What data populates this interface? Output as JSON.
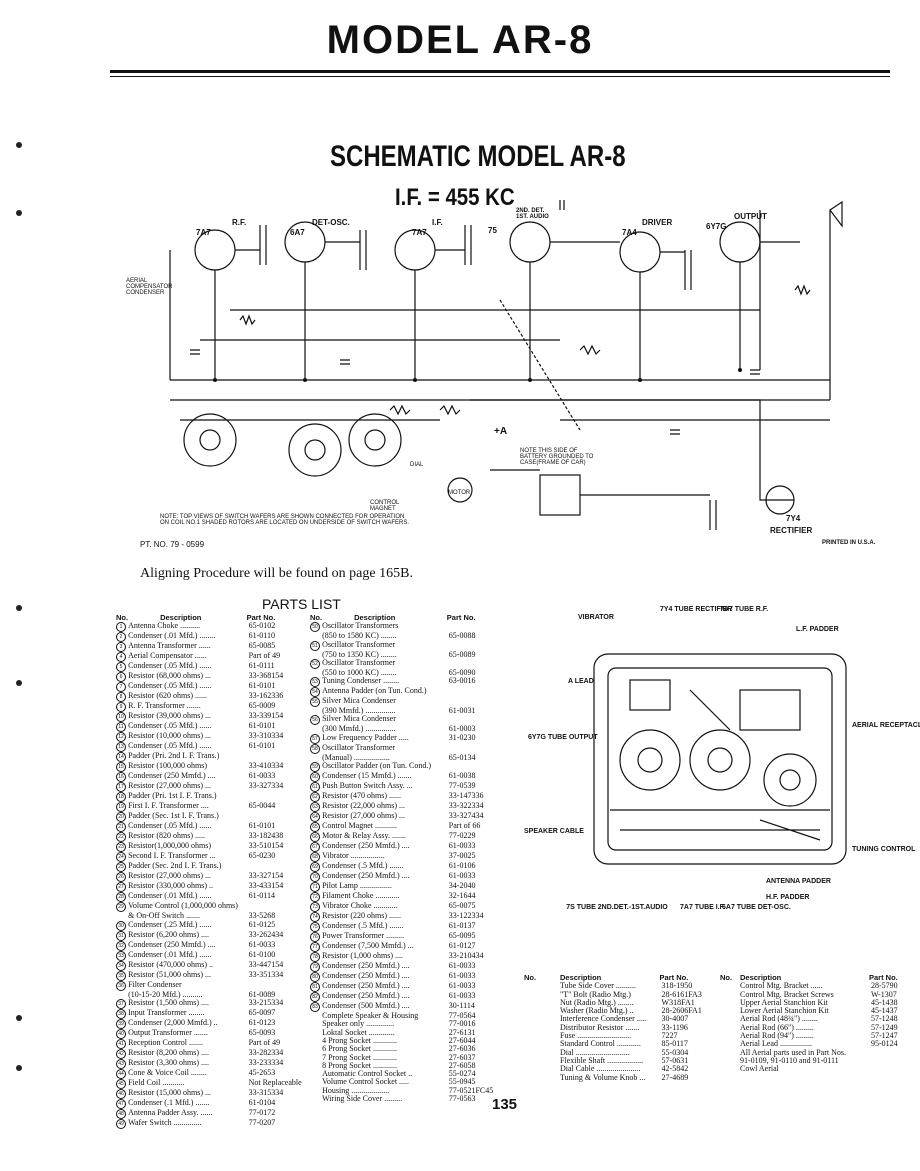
{
  "header": {
    "title": "MODEL AR-8"
  },
  "schematic": {
    "title": "SCHEMATIC MODEL AR-8",
    "if_label": "I.F. = 455 KC",
    "tube_labels": [
      "7A7",
      "R.F.",
      "DET-OSC.",
      "6A7",
      "I.F.",
      "7A7",
      "2ND. DET. 1ST. AUDIO",
      "75",
      "DRIVER",
      "7A4",
      "6Y7G",
      "OUTPUT",
      "7Y4",
      "RECTIFIER"
    ],
    "aerial_label": "AERIAL COMPENSATOR CONDENSER",
    "note": "NOTE: TOP VIEWS OF SWITCH WAFERS ARE SHOWN CONNECTED FOR OPERATION ON COIL NO.1 SHADED ROTORS ARE LOCATED ON UNDERSIDE OF SWITCH WAFERS.",
    "battery_note": "NOTE THIS SIDE OF BATTERY GROUNDED TO CASE(FRAME OF CAR)",
    "a_lead": "+A",
    "dial": "DIAL",
    "motor": "MOTOR",
    "control_magnet": "CONTROL MAGNET",
    "pt_no": "PT. NO. 79 - 0599",
    "printed": "PRINTED IN U.S.A."
  },
  "aligning_note": "Aligning Procedure will be found on page 165B.",
  "parts_list": {
    "title": "PARTS LIST",
    "headers": [
      "No.",
      "Description",
      "Part No."
    ],
    "col1": [
      {
        "no": "1",
        "desc": "Antenna Choke ..........",
        "part": "65-0102"
      },
      {
        "no": "2",
        "desc": "Condenser (.01 Mfd.) ........",
        "part": "61-0110"
      },
      {
        "no": "3",
        "desc": "Antenna Transformer ......",
        "part": "65-0085"
      },
      {
        "no": "4",
        "desc": "Aerial Compensator ......",
        "part": "Part of 49"
      },
      {
        "no": "5",
        "desc": "Condenser (.05 Mfd.) ......",
        "part": "61-0111"
      },
      {
        "no": "6",
        "desc": "Resistor (68,000 ohms) ...",
        "part": "33-368154"
      },
      {
        "no": "7",
        "desc": "Condenser (.05 Mfd.) ......",
        "part": "61-0101"
      },
      {
        "no": "8",
        "desc": "Resistor (620 ohms) ......",
        "part": "33-162336"
      },
      {
        "no": "9",
        "desc": "R. F. Transformer .......",
        "part": "65-0009"
      },
      {
        "no": "10",
        "desc": "Resistor (39,000 ohms) ...",
        "part": "33-339154"
      },
      {
        "no": "11",
        "desc": "Condenser (.05 Mfd.) ......",
        "part": "61-0101"
      },
      {
        "no": "12",
        "desc": "Resistor (10,000 ohms) ...",
        "part": "33-310334"
      },
      {
        "no": "13",
        "desc": "Condenser (.05 Mfd.) ......",
        "part": "61-0101"
      },
      {
        "no": "14",
        "desc": "Padder (Pri. 2nd I. F. Trans.)",
        "part": ""
      },
      {
        "no": "15",
        "desc": "Resistor (100,000 ohms)",
        "part": "33-410334"
      },
      {
        "no": "16",
        "desc": "Condenser (250 Mmfd.) ....",
        "part": "61-0033"
      },
      {
        "no": "17",
        "desc": "Resistor (27,000 ohms) ...",
        "part": "33-327334"
      },
      {
        "no": "18",
        "desc": "Padder (Pri. 1st I. F. Trans.)",
        "part": ""
      },
      {
        "no": "19",
        "desc": "First I. F. Transformer ....",
        "part": "65-0044"
      },
      {
        "no": "20",
        "desc": "Padder (Sec. 1st I. F. Trans.)",
        "part": ""
      },
      {
        "no": "21",
        "desc": "Condenser (.05 Mfd.) ......",
        "part": "61-0101"
      },
      {
        "no": "22",
        "desc": "Resistor (820 ohms) .....",
        "part": "33-182438"
      },
      {
        "no": "23",
        "desc": "Resistor(1,000,000 ohms)",
        "part": "33-510154"
      },
      {
        "no": "24",
        "desc": "Second I. F. Transformer ...",
        "part": "65-0230"
      },
      {
        "no": "25",
        "desc": "Padder (Sec. 2nd I. F. Trans.)",
        "part": ""
      },
      {
        "no": "26",
        "desc": "Resistor (27,000 ohms) ...",
        "part": "33-327154"
      },
      {
        "no": "27",
        "desc": "Resistor (330,000 ohms) ..",
        "part": "33-433154"
      },
      {
        "no": "28",
        "desc": "Condenser (.01 Mfd.) ......",
        "part": "61-0114"
      },
      {
        "no": "29",
        "desc": "Volume Control (1,000,000 ohms)",
        "part": ""
      },
      {
        "no": "",
        "desc": "& On-Off Switch .......",
        "part": "33-5268"
      },
      {
        "no": "30",
        "desc": "Condenser (.25 Mfd.) ......",
        "part": "61-0125"
      },
      {
        "no": "31",
        "desc": "Resistor (6,200 ohms) ....",
        "part": "33-262434"
      },
      {
        "no": "32",
        "desc": "Condenser (250 Mmfd.) ....",
        "part": "61-0033"
      },
      {
        "no": "33",
        "desc": "Condenser (.01 Mfd.) ......",
        "part": "61-0100"
      },
      {
        "no": "34",
        "desc": "Resistor (470,000 ohms) ..",
        "part": "33-447154"
      },
      {
        "no": "35",
        "desc": "Resistor (51,000 ohms) ...",
        "part": "33-351334"
      },
      {
        "no": "36",
        "desc": "Filter Condenser",
        "part": ""
      },
      {
        "no": "",
        "desc": "(10-15-20 Mfd.) ..........",
        "part": "61-0089"
      },
      {
        "no": "37",
        "desc": "Resistor (1,500 ohms) ....",
        "part": "33-215334"
      },
      {
        "no": "38",
        "desc": "Input Transformer ........",
        "part": "65-0097"
      },
      {
        "no": "39",
        "desc": "Condenser (2,000 Mmfd.) ..",
        "part": "61-0123"
      },
      {
        "no": "40",
        "desc": "Output Transformer .......",
        "part": "65-0093"
      },
      {
        "no": "41",
        "desc": "Reception Control .......",
        "part": "Part of 49"
      },
      {
        "no": "42",
        "desc": "Resistor (8,200 ohms) ....",
        "part": "33-282334"
      },
      {
        "no": "43",
        "desc": "Resistor (3,300 ohms) ....",
        "part": "33-233334"
      },
      {
        "no": "44",
        "desc": "Cone & Voice Coil ........",
        "part": "45-2653"
      },
      {
        "no": "45",
        "desc": "Field Coil ...........",
        "part": "Not Replaceable"
      },
      {
        "no": "46",
        "desc": "Resistor (15,000 ohms) ...",
        "part": "33-315334"
      },
      {
        "no": "47",
        "desc": "Condenser (.1 Mfd.) .......",
        "part": "61-0104"
      },
      {
        "no": "48",
        "desc": "Antenna Padder Assy. ......",
        "part": "77-0172"
      },
      {
        "no": "49",
        "desc": "Wafer Switch ..............",
        "part": "77-0207"
      }
    ],
    "col2": [
      {
        "no": "50",
        "desc": "Oscillator Transformers",
        "part": ""
      },
      {
        "no": "",
        "desc": "(850 to 1580 KC) ........",
        "part": "65-0088"
      },
      {
        "no": "51",
        "desc": "Oscillator Transformer",
        "part": ""
      },
      {
        "no": "",
        "desc": "(750 to 1350 KC) ........",
        "part": "65-0089"
      },
      {
        "no": "52",
        "desc": "Oscillator Transformer",
        "part": ""
      },
      {
        "no": "",
        "desc": "(550 to 1000 KC) ........",
        "part": "65-0090"
      },
      {
        "no": "53",
        "desc": "Tuning Condenser ........",
        "part": "63-0016"
      },
      {
        "no": "54",
        "desc": "Antenna Padder (on Tun. Cond.)",
        "part": ""
      },
      {
        "no": "55",
        "desc": "Silver Mica Condenser",
        "part": ""
      },
      {
        "no": "",
        "desc": "(390 Mmfd.) ...............",
        "part": "61-0031"
      },
      {
        "no": "56",
        "desc": "Silver Mica Condenser",
        "part": ""
      },
      {
        "no": "",
        "desc": "(300 Mmfd.) ...............",
        "part": "61-0003"
      },
      {
        "no": "57",
        "desc": "Low Frequency Padder .....",
        "part": "31-0230"
      },
      {
        "no": "58",
        "desc": "Oscillator Transformer",
        "part": ""
      },
      {
        "no": "",
        "desc": "(Manual) ..................",
        "part": "65-0134"
      },
      {
        "no": "59",
        "desc": "Oscillator Padder (on Tun. Cond.)",
        "part": ""
      },
      {
        "no": "60",
        "desc": "Condenser (15 Mmfd.) .......",
        "part": "61-0038"
      },
      {
        "no": "61",
        "desc": "Push Button Switch Assy. ...",
        "part": "77-0539"
      },
      {
        "no": "62",
        "desc": "Resistor (470 ohms) ......",
        "part": "33-147336"
      },
      {
        "no": "63",
        "desc": "Resistor (22,000 ohms) ...",
        "part": "33-322334"
      },
      {
        "no": "64",
        "desc": "Resistor (27,000 ohms) ...",
        "part": "33-327434"
      },
      {
        "no": "65",
        "desc": "Control Magnet ...........",
        "part": "Part of 66"
      },
      {
        "no": "66",
        "desc": "Motor & Relay Assy. .......",
        "part": "77-0229"
      },
      {
        "no": "67",
        "desc": "Condenser (250 Mmfd.) ....",
        "part": "61-0033"
      },
      {
        "no": "68",
        "desc": "Vibrator .................",
        "part": "37-0025"
      },
      {
        "no": "69",
        "desc": "Condenser (.5 Mfd.) .......",
        "part": "61-0106"
      },
      {
        "no": "70",
        "desc": "Condenser (250 Mmfd.) ....",
        "part": "61-0033"
      },
      {
        "no": "71",
        "desc": "Pilot Lamp ................",
        "part": "34-2040"
      },
      {
        "no": "72",
        "desc": "Filament Choke ............",
        "part": "32-1644"
      },
      {
        "no": "73",
        "desc": "Vibrator Choke ............",
        "part": "65-0075"
      },
      {
        "no": "74",
        "desc": "Resistor (220 ohms) ......",
        "part": "33-122334"
      },
      {
        "no": "75",
        "desc": "Condenser (.5 Mfd.) .......",
        "part": "61-0137"
      },
      {
        "no": "76",
        "desc": "Power Transformer .........",
        "part": "65-0095"
      },
      {
        "no": "77",
        "desc": "Condenser (7,500 Mmfd.) ...",
        "part": "61-0127"
      },
      {
        "no": "78",
        "desc": "Resistor (1,000 ohms) ....",
        "part": "33-210434"
      },
      {
        "no": "79",
        "desc": "Condenser (250 Mmfd.) ....",
        "part": "61-0033"
      },
      {
        "no": "80",
        "desc": "Condenser (250 Mmfd.) ....",
        "part": "61-0033"
      },
      {
        "no": "81",
        "desc": "Condenser (250 Mmfd.) ....",
        "part": "61-0033"
      },
      {
        "no": "82",
        "desc": "Condenser (250 Mmfd.) ....",
        "part": "61-0033"
      },
      {
        "no": "83",
        "desc": "Condenser (500 Mmfd.) ....",
        "part": "30-1114"
      },
      {
        "no": "",
        "desc": "Complete Speaker & Housing",
        "part": "77-0564"
      },
      {
        "no": "",
        "desc": "Speaker only ..............",
        "part": "77-0016"
      },
      {
        "no": "",
        "desc": "Loktal Socket .............",
        "part": "27-6131"
      },
      {
        "no": "",
        "desc": "4 Prong Socket ............",
        "part": "27-6044"
      },
      {
        "no": "",
        "desc": "6 Prong Socket ............",
        "part": "27-6036"
      },
      {
        "no": "",
        "desc": "7 Prong Socket ............",
        "part": "27-6037"
      },
      {
        "no": "",
        "desc": "8 Prong Socket ............",
        "part": "27-6058"
      },
      {
        "no": "",
        "desc": "Automatic Control Socket ..",
        "part": "55-0274"
      },
      {
        "no": "",
        "desc": "Volume Control Socket .....",
        "part": "55-0945"
      },
      {
        "no": "",
        "desc": "Housing ...................",
        "part": "77-0521FC45"
      },
      {
        "no": "",
        "desc": "Wiring Side Cover .........",
        "part": "77-0563"
      }
    ],
    "col3": [
      {
        "desc": "Tube Side Cover ..........",
        "part": "318-1950"
      },
      {
        "desc": "\"T\" Bolt (Radio Mtg.)",
        "part": "28-6161FA3"
      },
      {
        "desc": "Nut (Radio Mtg.) ........",
        "part": "W318FA1"
      },
      {
        "desc": "Washer (Radio Mtg.) ..",
        "part": "28-2606FA1"
      },
      {
        "desc": "Interference Condenser .....",
        "part": "30-4007"
      },
      {
        "desc": "Distributor Resistor .......",
        "part": "33-1196"
      },
      {
        "desc": "Fuse ...........................",
        "part": "7227"
      },
      {
        "desc": "Standard Control ............",
        "part": "85-0117"
      },
      {
        "desc": "Dial ...........................",
        "part": "55-0304"
      },
      {
        "desc": "Flexible Shaft ..................",
        "part": "57-0631"
      },
      {
        "desc": "Dial Cable ......................",
        "part": "42-5842"
      },
      {
        "desc": "Tuning & Volume Knob ...",
        "part": "27-4689"
      }
    ],
    "col4": [
      {
        "desc": "Control Mtg. Bracket ......",
        "part": "28-5790"
      },
      {
        "desc": "Control Mtg. Bracket Screws",
        "part": "W-1307"
      },
      {
        "desc": "Upper Aerial Stanchion Kit",
        "part": "45-1438"
      },
      {
        "desc": "Lower Aerial Stanchion Kit",
        "part": "45-1437"
      },
      {
        "desc": "Aerial Rod (48¾\") ........",
        "part": "57-1248"
      },
      {
        "desc": "Aerial Rod (66\") .........",
        "part": "57-1249"
      },
      {
        "desc": "Aerial Rod (94\") .........",
        "part": "57-1247"
      },
      {
        "desc": "Aerial Lead ................",
        "part": "95-0124"
      },
      {
        "desc": "All Aerial parts used in Part Nos.",
        "part": ""
      },
      {
        "desc": "91-0109, 91-0110 and 91-0111",
        "part": ""
      },
      {
        "desc": "Cowl Aerial",
        "part": ""
      }
    ]
  },
  "chassis": {
    "top_labels": [
      "VIBRATOR",
      "7Y4 TUBE RECTIFIER",
      "7A7 TUBE R.F.",
      "L.F. PADDER"
    ],
    "left_labels": [
      "A LEAD",
      "6Y7G TUBE OUTPUT",
      "SPEAKER CABLE"
    ],
    "right_labels": [
      "AERIAL RECEPTACLE",
      "TUNING CONTROL"
    ],
    "bottom_labels": [
      "7S TUBE 2ND.DET.-1ST.AUDIO",
      "7A7 TUBE I.F.",
      "6A7 TUBE DET-OSC.",
      "ANTENNA PADDER",
      "H.F. PADDER"
    ]
  },
  "page_number": "135"
}
